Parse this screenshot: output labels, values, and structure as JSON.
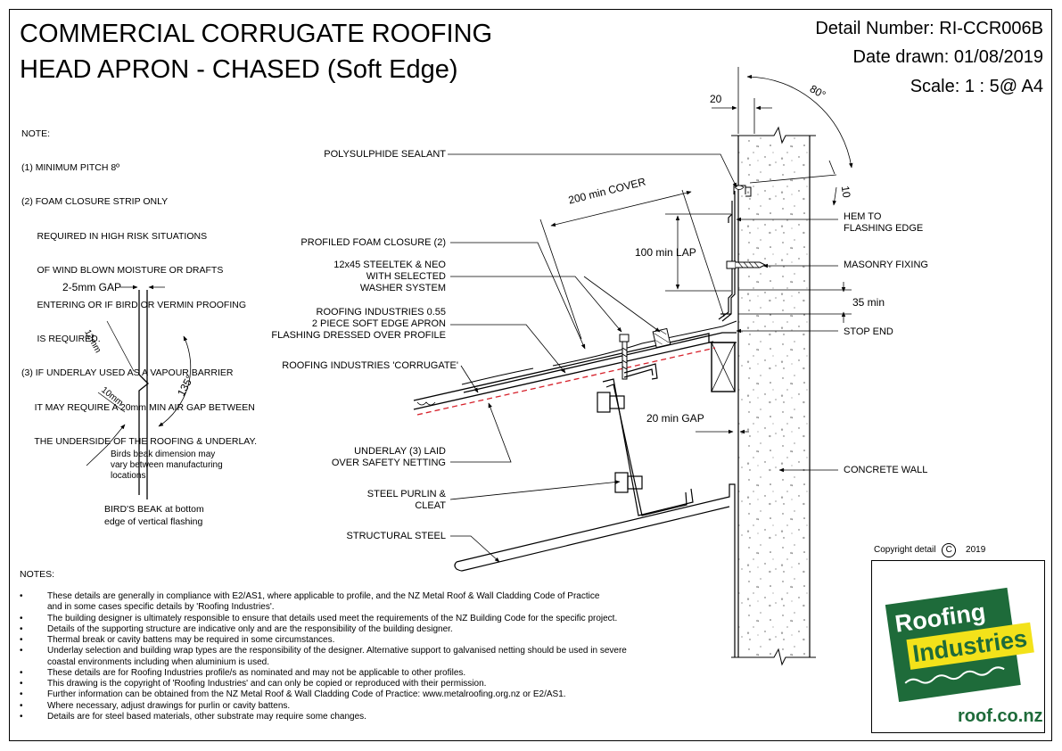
{
  "title": {
    "line1": "COMMERCIAL CORRUGATE ROOFING",
    "line2a": "HEAD APRON - CHASED",
    "line2b": "(Soft Edge)"
  },
  "header": {
    "detail_number": "Detail Number:  RI-CCR006B",
    "date_drawn": "Date drawn:  01/08/2019",
    "scale": "Scale:   1 : 5@ A4"
  },
  "notes_top": [
    "NOTE:",
    "(1) MINIMUM PITCH 8º",
    "(2) FOAM CLOSURE STRIP ONLY",
    "      REQUIRED IN HIGH RISK SITUATIONS",
    "      OF WIND BLOWN MOISTURE OR DRAFTS",
    "      ENTERING OR IF BIRD OR VERMIN PROOFING",
    "      IS REQUIRED.",
    "(3) IF UNDERLAY USED AS A VAPOUR BARRIER",
    "     IT MAY REQUIRE A 20mm MIN AIR GAP BETWEEN",
    "     THE UNDERSIDE OF THE ROOFING & UNDERLAY."
  ],
  "birds_beak": {
    "gap": "2-5mm GAP",
    "dim_12": "12mm",
    "dim_10": "10mm",
    "angle": "135°",
    "note": [
      "Birds beak dimension may",
      "vary between manufacturing",
      "locations"
    ],
    "caption": [
      "BIRD'S BEAK at bottom",
      "edge of vertical flashing"
    ]
  },
  "labels_left": {
    "sealant": "POLYSULPHIDE SEALANT",
    "foam": "PROFILED FOAM CLOSURE (2)",
    "steeltek": [
      "12x45 STEELTEK & NEO",
      "WITH SELECTED",
      "WASHER SYSTEM"
    ],
    "apron": [
      "ROOFING INDUSTRIES 0.55",
      "2 PIECE SOFT EDGE APRON",
      "FLASHING DRESSED OVER PROFILE"
    ],
    "corrugate": "ROOFING INDUSTRIES 'CORRUGATE'",
    "underlay": [
      "UNDERLAY (3) LAID",
      "OVER SAFETY NETTING"
    ],
    "purlin": [
      "STEEL PURLIN &",
      "CLEAT"
    ],
    "steel": "STRUCTURAL STEEL"
  },
  "labels_right": {
    "hem": [
      "HEM TO",
      "FLASHING EDGE"
    ],
    "fixing": "MASONRY FIXING",
    "min35": "35 min",
    "stop_end": "STOP END",
    "wall": "CONCRETE WALL"
  },
  "dims": {
    "d20": "20",
    "angle80": "80°",
    "d10": "10",
    "cover": "200 min COVER",
    "lap": "100 min LAP",
    "gap20": "20 min GAP"
  },
  "notes_heading": "NOTES:",
  "notes": [
    [
      "These details are generally in compliance with E2/AS1, where applicable to profile, and the NZ Metal Roof & Wall Cladding Code of Practice",
      "and in some cases specific details by 'Roofing Industries'."
    ],
    [
      "The building designer is ultimately responsible to ensure that details used meet the requirements of the NZ Building Code for the specific project."
    ],
    [
      "Details of the supporting structure are indicative only and are the responsibility of the building designer."
    ],
    [
      "Thermal break or cavity battens may be required in some circumstances."
    ],
    [
      "Underlay selection and building wrap types are the responsibility of the designer. Alternative support to galvanised netting should be used in severe",
      "coastal environments including when aluminium is used."
    ],
    [
      "These details are for Roofing Industries profile/s as nominated and may not be applicable to other profiles."
    ],
    [
      "This drawing is the copyright of 'Roofing Industries' and can only be copied or reproduced with their permission."
    ],
    [
      "Further information can be obtained from the NZ Metal Roof & Wall Cladding Code of Practice:  www.metalroofing.org.nz or E2/AS1."
    ],
    [
      "Where necessary, adjust drawings for purlin or cavity battens."
    ],
    [
      "Details are for steel based materials, other substrate may require some changes."
    ]
  ],
  "bullet": "•",
  "copyright": {
    "text": "Copyright detail",
    "symbol": "C",
    "year": "2019"
  },
  "logo": {
    "line1": "Roofing",
    "line2": "Industries",
    "url": "roof.co.nz"
  },
  "colors": {
    "logo_green": "#1e6b3a",
    "logo_yellow": "#f3e21a",
    "underlay_red": "#d6202a"
  }
}
